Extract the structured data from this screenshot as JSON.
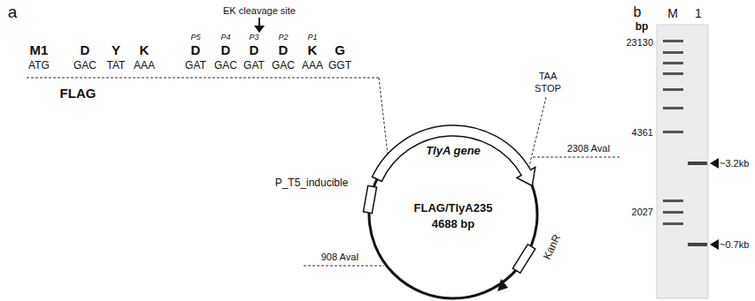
{
  "diagram": {
    "nodes": [
      {
        "text": [
          "FLAG/TlyA235",
          "4688 bp"
        ]
      }
    ],
    "labels": [
      "a",
      "EK cleavage site",
      "P5",
      "P4",
      "P3",
      "P2",
      "P1",
      "M1",
      "D",
      "Y",
      "K",
      "D",
      "D",
      "D",
      "D",
      "K",
      "G",
      "ATG",
      "GAC",
      "TAT",
      "AAA",
      "GAT",
      "GAC",
      "GAT",
      "GAC",
      "AAA",
      "GGT",
      "FLAG",
      "TlyA gene",
      "TAA",
      "STOP",
      "2308 AvaI",
      "P_T5_inducible",
      "908 AvaI",
      "KanR",
      "b",
      "M",
      "1",
      "bp",
      "23130",
      "4361",
      "2027",
      "~3.2kb",
      "~0.7kb"
    ]
  }
}
